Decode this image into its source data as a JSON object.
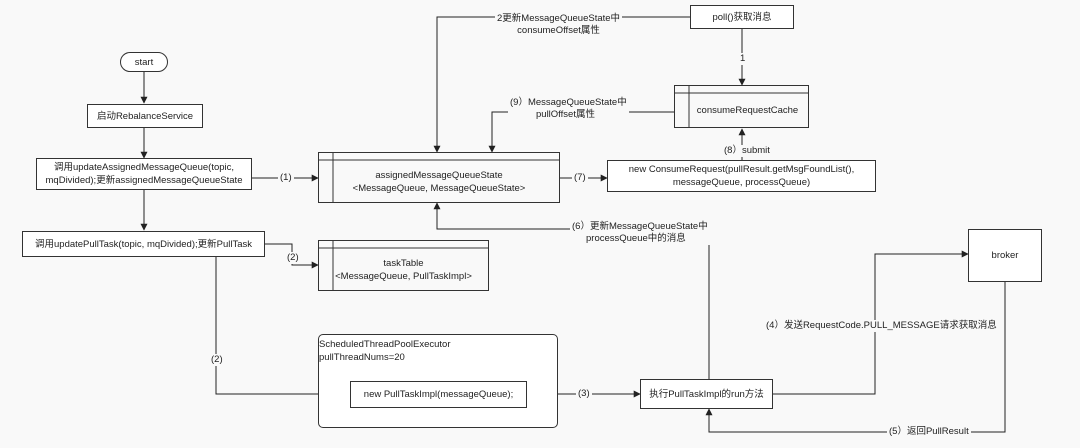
{
  "nodes": {
    "start": "start",
    "rebalance": "启动RebalanceService",
    "update_assigned_1": "调用updateAssignedMessageQueue(topic,",
    "update_assigned_2": "mqDivided);更新assignedMessageQueueState",
    "update_pull": "调用updatePullTask(topic, mqDivided);更新PullTask",
    "assigned_state_1": "assignedMessageQueueState",
    "assigned_state_2": "<MessageQueue, MessageQueueState>",
    "task_table_1": "taskTable",
    "task_table_2": "<MessageQueue, PullTaskImpl>",
    "executor_1": "ScheduledThreadPoolExecutor",
    "executor_2": "pullThreadNums=20",
    "new_pull_task": "new PullTaskImpl(messageQueue);",
    "run_method": "执行PullTaskImpl的run方法",
    "broker": "broker",
    "poll": "poll()获取消息",
    "consume_cache": "consumeRequestCache",
    "consume_request_1": "new ConsumeRequest(pullResult.getMsgFoundList(),",
    "consume_request_2": "messageQueue, processQueue)"
  },
  "edge_labels": {
    "l1": "(1)",
    "l2a": "(2)",
    "l2b": "(2)",
    "l3": "(3)",
    "l4": "(4）发送RequestCode.PULL_MESSAGE请求获取消息",
    "l5": "(5）返回PullResult",
    "l6_1": "(6）更新MessageQueueState中",
    "l6_2": "processQueue中的消息",
    "l7": "(7)",
    "l8": "(8）submit",
    "l9_1": "(9）MessageQueueState中",
    "l9_2": "pullOffset属性",
    "poll_1": "1",
    "poll_2a": "2更新MessageQueueState中",
    "poll_2b": "consumeOffset属性"
  }
}
